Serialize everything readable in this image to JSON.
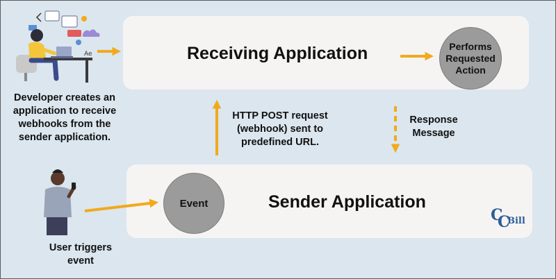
{
  "receiving_app": {
    "title": "Receiving Application"
  },
  "sender_app": {
    "title": "Sender Application"
  },
  "perform_node": {
    "label": "Performs\nRequested\nAction"
  },
  "event_node": {
    "label": "Event"
  },
  "labels": {
    "developer_caption": "Developer creates an application to receive webhooks from the sender application.",
    "post_request": "HTTP POST request (webhook) sent to predefined URL.",
    "response": "Response Message",
    "user_caption": "User triggers event"
  },
  "logo": {
    "text": "CCBill"
  },
  "colors": {
    "background": "#dbe6ee",
    "panel": "#f6f4f3",
    "arrow": "#f2a91c",
    "node": "#9b9b9b",
    "logo": "#2b5d9a"
  },
  "icons": [
    "developer-at-desk-illustration",
    "user-with-phone-illustration",
    "ccbill-logo"
  ]
}
